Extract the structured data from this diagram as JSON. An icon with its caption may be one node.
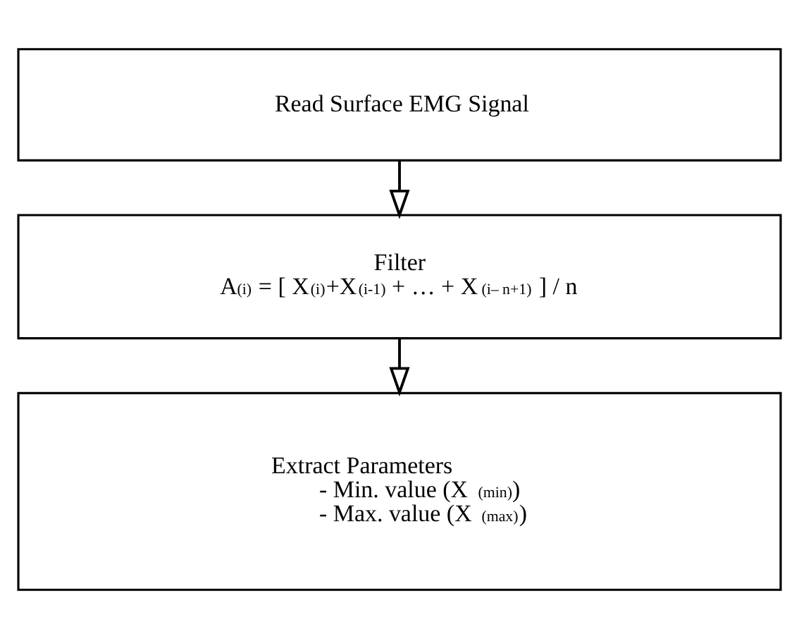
{
  "diagram": {
    "nodes": [
      {
        "text": [
          "Read Surface EMG Signal"
        ]
      },
      {
        "text": [
          "Filter",
          "A$_{(i)}$ = [ X$_{(i)}$+X$_{(i-1)}$ + … + X$_{(i– n+1)}$ ] / n"
        ]
      },
      {
        "text": [
          "Extract Parameters",
          "- Min. value (X $_{(min)}$)",
          "- Max. value (X $_{(max)}$)"
        ]
      }
    ],
    "edges": [
      {
        "from": 0,
        "to": 1,
        "arrow": "to"
      },
      {
        "from": 1,
        "to": 2,
        "arrow": "to"
      }
    ]
  }
}
